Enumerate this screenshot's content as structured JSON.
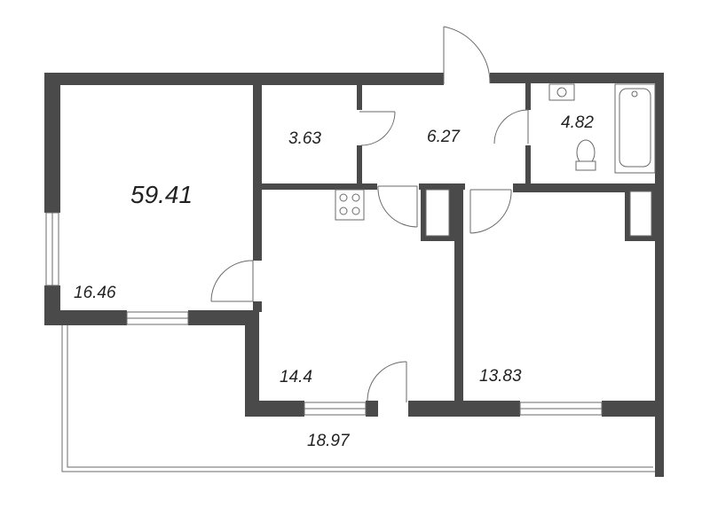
{
  "plan": {
    "total_area": "59.41",
    "rooms": [
      {
        "id": "living",
        "area": "16.46"
      },
      {
        "id": "storage",
        "area": "3.63"
      },
      {
        "id": "hall",
        "area": "6.27"
      },
      {
        "id": "bathroom",
        "area": "4.82"
      },
      {
        "id": "kitchen",
        "area": "14.4"
      },
      {
        "id": "bedroom",
        "area": "13.83"
      },
      {
        "id": "balcony",
        "area": "18.97"
      }
    ]
  },
  "colors": {
    "wall": "#4a4a4a",
    "line": "#6a6a6a",
    "text": "#222222",
    "background": "#ffffff"
  },
  "icons": [
    "door-swing-icon",
    "window-icon",
    "stove-icon",
    "bathtub-icon",
    "toilet-icon",
    "sink-icon",
    "closet-icon"
  ]
}
